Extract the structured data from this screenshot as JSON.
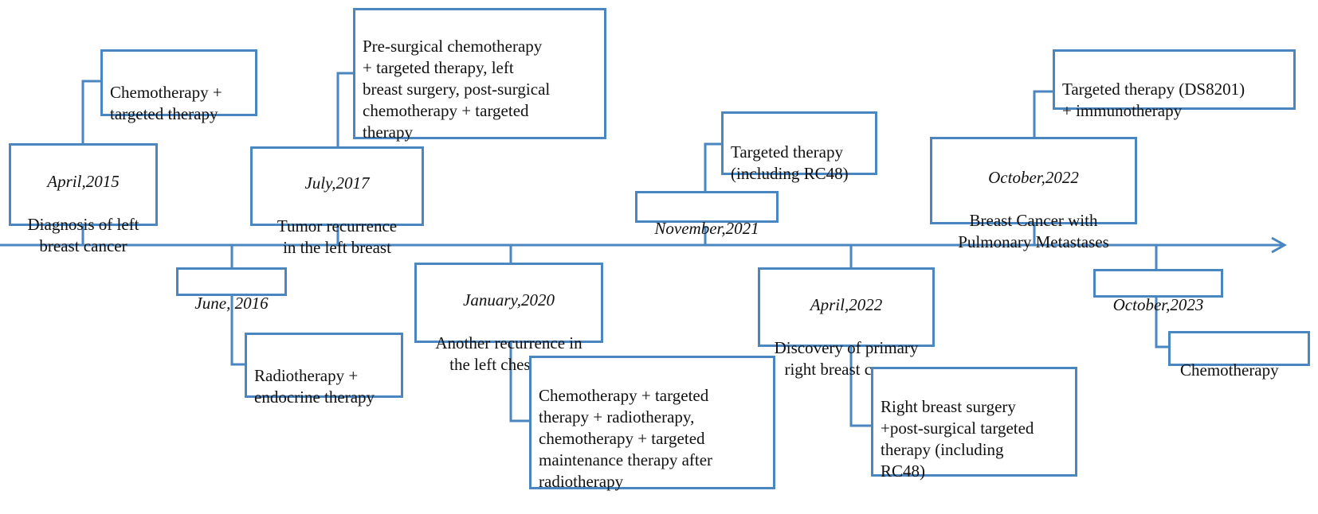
{
  "colors": {
    "line": "#4a86c0",
    "text": "#111111",
    "background": "#ffffff"
  },
  "events": [
    {
      "id": "apr2015",
      "date": "April,2015",
      "text": "Diagnosis of left\nbreast cancer"
    },
    {
      "id": "jun2016",
      "date": "June, 2016"
    },
    {
      "id": "jul2017",
      "date": "July,2017",
      "text": "Tumor recurrence\nin the left breast"
    },
    {
      "id": "jan2020",
      "date": "January,2020",
      "text": "Another recurrence in\nthe left chest wall"
    },
    {
      "id": "nov2021",
      "date": "November,2021"
    },
    {
      "id": "apr2022",
      "date": "April,2022",
      "text": "Discovery of primary\nright breast cancer"
    },
    {
      "id": "oct2022",
      "date": "October,2022",
      "text": "Breast Cancer with\nPulmonary Metastases"
    },
    {
      "id": "oct2023",
      "date": "October,2023"
    }
  ],
  "treatments": [
    {
      "id": "t-apr2015",
      "text": "Chemotherapy +\ntargeted therapy"
    },
    {
      "id": "t-jun2016",
      "text": "Radiotherapy +\nendocrine therapy"
    },
    {
      "id": "t-jul2017",
      "text": "Pre-surgical chemotherapy\n+ targeted therapy, left\nbreast surgery, post-surgical\nchemotherapy + targeted\ntherapy"
    },
    {
      "id": "t-jan2020",
      "text": "Chemotherapy + targeted\ntherapy + radiotherapy,\nchemotherapy + targeted\nmaintenance therapy after\nradiotherapy"
    },
    {
      "id": "t-nov2021",
      "text": "Targeted therapy\n(including RC48)"
    },
    {
      "id": "t-apr2022",
      "text": "Right breast surgery\n+post-surgical targeted\ntherapy (including\nRC48)"
    },
    {
      "id": "t-oct2022",
      "text": "Targeted therapy (DS8201)\n+ immunotherapy"
    },
    {
      "id": "t-oct2023",
      "text": "Chemotherapy"
    }
  ]
}
